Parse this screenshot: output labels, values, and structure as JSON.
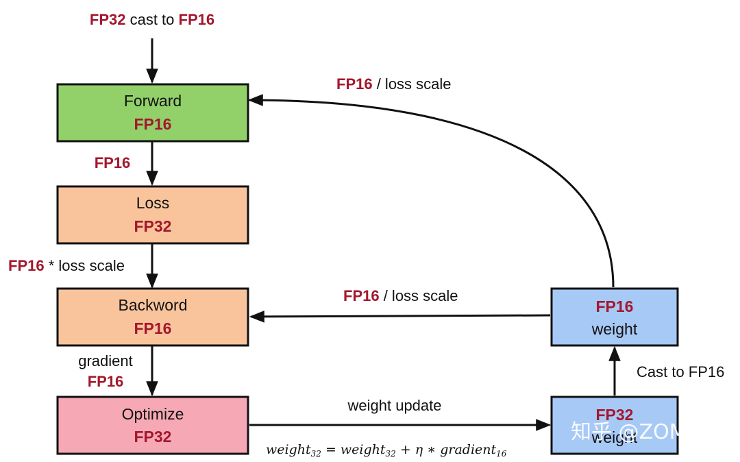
{
  "colors": {
    "accent_red": "#a3172d",
    "forward_fill": "#92d16a",
    "loss_fill": "#f9c49c",
    "optimize_fill": "#f6a9b5",
    "weight_fill": "#a7c9f6",
    "stroke": "#111111"
  },
  "top_label": {
    "fp32": "FP32",
    "mid": " cast to ",
    "fp16": "FP16"
  },
  "boxes": {
    "forward": {
      "title": "Forward",
      "precision": "FP16"
    },
    "loss": {
      "title": "Loss",
      "precision": "FP32"
    },
    "backword": {
      "title": "Backword",
      "precision": "FP16"
    },
    "optimize": {
      "title": "Optimize",
      "precision": "FP32"
    },
    "fp16_weight": {
      "precision": "FP16",
      "title": "weight"
    },
    "fp32_weight": {
      "precision": "FP32",
      "title": "weight"
    }
  },
  "edges": {
    "forward_to_loss": {
      "label": "FP16"
    },
    "loss_to_backword": {
      "fp16": "FP16",
      "rest": " * loss scale"
    },
    "backword_to_optimize": {
      "line1": "gradient",
      "line2": "FP16"
    },
    "weight_to_forward": {
      "fp16": "FP16",
      "rest": " / loss scale"
    },
    "weight_to_backword": {
      "fp16": "FP16",
      "rest": " / loss scale"
    },
    "cast": {
      "label": "Cast to FP16"
    },
    "update": {
      "label": "weight update"
    }
  },
  "formula": {
    "w1": "weight",
    "s1": "32",
    "eq": " = ",
    "w2": "weight",
    "s2": "32",
    "plus": " + η ∗ ",
    "g": "gradient",
    "s3": "16"
  },
  "watermark": {
    "text": "知乎 @ZOMI酱"
  }
}
